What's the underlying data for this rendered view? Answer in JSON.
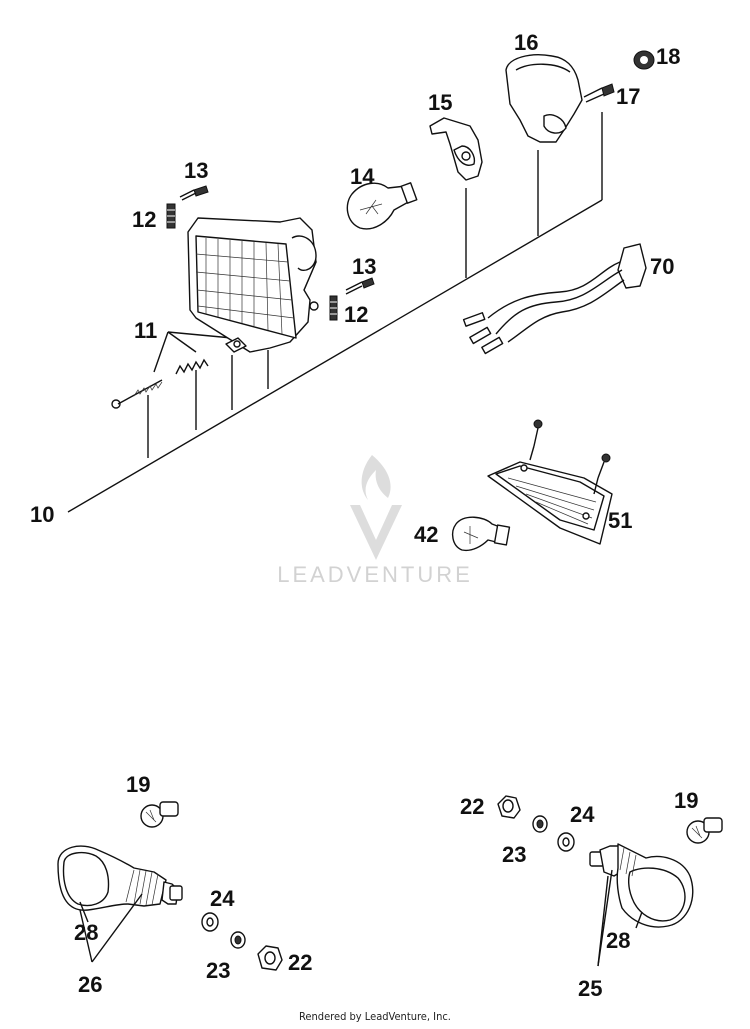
{
  "watermark": "LEADVENTURE",
  "footer": "Rendered by LeadVenture, Inc.",
  "callouts": {
    "c10": "10",
    "c11": "11",
    "c12a": "12",
    "c12b": "12",
    "c13a": "13",
    "c13b": "13",
    "c14": "14",
    "c15": "15",
    "c16": "16",
    "c17": "17",
    "c18": "18",
    "c70": "70",
    "c42": "42",
    "c51": "51",
    "c19a": "19",
    "c28a": "28",
    "c26": "26",
    "c24a": "24",
    "c23a": "23",
    "c22a": "22",
    "c22b": "22",
    "c23b": "23",
    "c24b": "24",
    "c19b": "19",
    "c28b": "28",
    "c25": "25"
  }
}
